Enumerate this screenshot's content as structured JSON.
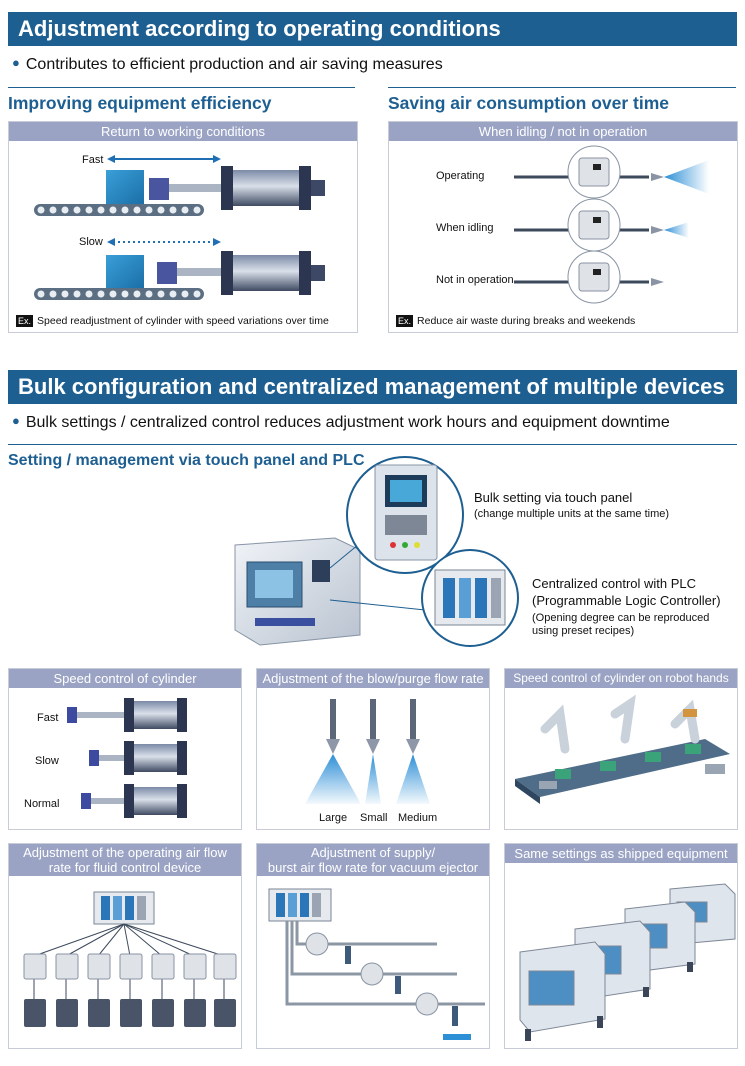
{
  "section1": {
    "title": "Adjustment according to operating conditions",
    "bullet": "Contributes to efficient production and air saving measures",
    "left": {
      "heading": "Improving equipment efficiency",
      "panel_title": "Return to working conditions",
      "fast": "Fast",
      "slow": "Slow",
      "ex_badge": "Ex.",
      "ex_text": "Speed readjustment of cylinder with speed variations over time"
    },
    "right": {
      "heading": "Saving air consumption over time",
      "panel_title": "When idling / not in operation",
      "operating": "Operating",
      "idling": "When idling",
      "not_operating": "Not in operation",
      "ex_badge": "Ex.",
      "ex_text": "Reduce air waste during breaks and weekends"
    }
  },
  "section2": {
    "title": "Bulk configuration and centralized management of multiple devices",
    "bullet": "Bulk settings / centralized control reduces adjustment work hours and equipment downtime",
    "heading": "Setting / management via touch panel and PLC",
    "touch_title": "Bulk setting via touch panel",
    "touch_note": "(change multiple units at the same time)",
    "plc_title_1": "Centralized control with PLC",
    "plc_title_2": "(Programmable Logic Controller)",
    "plc_note_1": "(Opening degree can be reproduced",
    "plc_note_2": "using preset recipes)"
  },
  "panels": {
    "speed_cyl": {
      "title": "Speed control of cylinder",
      "fast": "Fast",
      "slow": "Slow",
      "normal": "Normal"
    },
    "blow": {
      "title": "Adjustment of the blow/purge flow rate",
      "large": "Large",
      "small": "Small",
      "medium": "Medium"
    },
    "robot": {
      "title": "Speed control of cylinder on robot hands"
    },
    "fluid": {
      "title_1": "Adjustment of the operating air flow",
      "title_2": "rate for fluid control device"
    },
    "vacuum": {
      "title_1": "Adjustment of supply/",
      "title_2": "burst air flow rate for vacuum ejector"
    },
    "shipped": {
      "title": "Same settings as shipped equipment"
    }
  },
  "colors": {
    "brand": "#1e5f92",
    "panel_header": "#9aa3c4",
    "arrow": "#1f6fb5",
    "spray": "#2d8fd6"
  }
}
